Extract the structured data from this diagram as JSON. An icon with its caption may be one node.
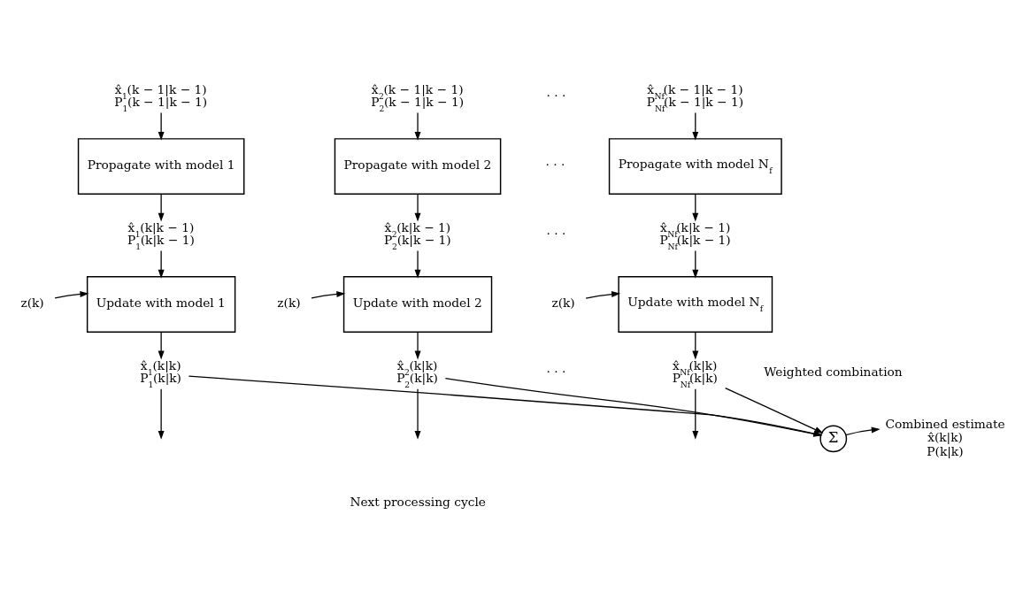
{
  "diagram": {
    "nodes": [
      {
        "text": [
          "x̂$_{1}$(k − 1|k − 1)",
          "P$_{1}$(k − 1|k − 1)"
        ]
      },
      {
        "text": [
          "Propagate with model 1"
        ]
      },
      {
        "text": [
          "x̂$_{1}$(k|k − 1)",
          "P$_{1}$(k|k − 1)"
        ]
      },
      {
        "text": [
          "z(k)"
        ]
      },
      {
        "text": [
          "Update with model 1"
        ]
      },
      {
        "text": [
          "x̂$_{1}$(k|k)",
          "P$_{1}$(k|k)"
        ]
      },
      {
        "text": [
          "x̂$_{2}$(k − 1|k − 1)",
          "P$_{2}$(k − 1|k − 1)"
        ]
      },
      {
        "text": [
          "Propagate with model 2"
        ]
      },
      {
        "text": [
          "x̂$_{2}$(k|k − 1)",
          "P$_{2}$(k|k − 1)"
        ]
      },
      {
        "text": [
          "z(k)"
        ]
      },
      {
        "text": [
          "Update with model 2"
        ]
      },
      {
        "text": [
          "x̂$_{2}$(k|k)",
          "P$_{2}$(k|k)"
        ]
      },
      {
        "text": [
          "x̂$_{Nf}$(k − 1|k − 1)",
          "P$_{Nf}$(k − 1|k − 1)"
        ]
      },
      {
        "text": [
          "Propagate with model N$_{f}$"
        ]
      },
      {
        "text": [
          "x̂$_{Nf}$(k|k − 1)",
          "P$_{Nf}$(k|k − 1)"
        ]
      },
      {
        "text": [
          "z(k)"
        ]
      },
      {
        "text": [
          "Update with model N$_{f}$"
        ]
      },
      {
        "text": [
          "x̂$_{Nf}$(k|k)",
          "P$_{Nf}$(k|k)"
        ]
      },
      {
        "text": [
          "Σ"
        ],
        "beside": [
          "Weighted combination"
        ]
      },
      {
        "text": [
          "x̂(k|k)",
          "P(k|k)"
        ],
        "beside": [
          "Combined estimate"
        ]
      }
    ],
    "edges": [
      {
        "from": 0,
        "to": 1,
        "arrow": "to"
      },
      {
        "from": 1,
        "to": 2,
        "arrow": "to"
      },
      {
        "from": 2,
        "to": 4,
        "arrow": "to"
      },
      {
        "from": 3,
        "to": 4,
        "arrow": "to"
      },
      {
        "from": 4,
        "to": 5,
        "arrow": "to"
      },
      {
        "from": 6,
        "to": 7,
        "arrow": "to"
      },
      {
        "from": 7,
        "to": 8,
        "arrow": "to"
      },
      {
        "from": 8,
        "to": 10,
        "arrow": "to"
      },
      {
        "from": 9,
        "to": 10,
        "arrow": "to"
      },
      {
        "from": 10,
        "to": 11,
        "arrow": "to"
      },
      {
        "from": 12,
        "to": 13,
        "arrow": "to"
      },
      {
        "from": 13,
        "to": 14,
        "arrow": "to"
      },
      {
        "from": 14,
        "to": 16,
        "arrow": "to"
      },
      {
        "from": 15,
        "to": 16,
        "arrow": "to"
      },
      {
        "from": 16,
        "to": 17,
        "arrow": "to"
      },
      {
        "from": 5,
        "to": null,
        "arrow": "to"
      },
      {
        "from": 11,
        "to": null,
        "arrow": "to"
      },
      {
        "from": 17,
        "to": null,
        "arrow": "to"
      },
      {
        "from": 17,
        "to": 18,
        "arrow": "to"
      },
      {
        "from": 11,
        "to": 18,
        "arrow": "to"
      },
      {
        "from": 5,
        "to": 18,
        "arrow": "to"
      },
      {
        "from": 18,
        "to": 19,
        "arrow": "to"
      }
    ],
    "labels": [
      "· · ·",
      "· · ·",
      "· · ·",
      "· · ·",
      "Next processing cycle"
    ]
  }
}
